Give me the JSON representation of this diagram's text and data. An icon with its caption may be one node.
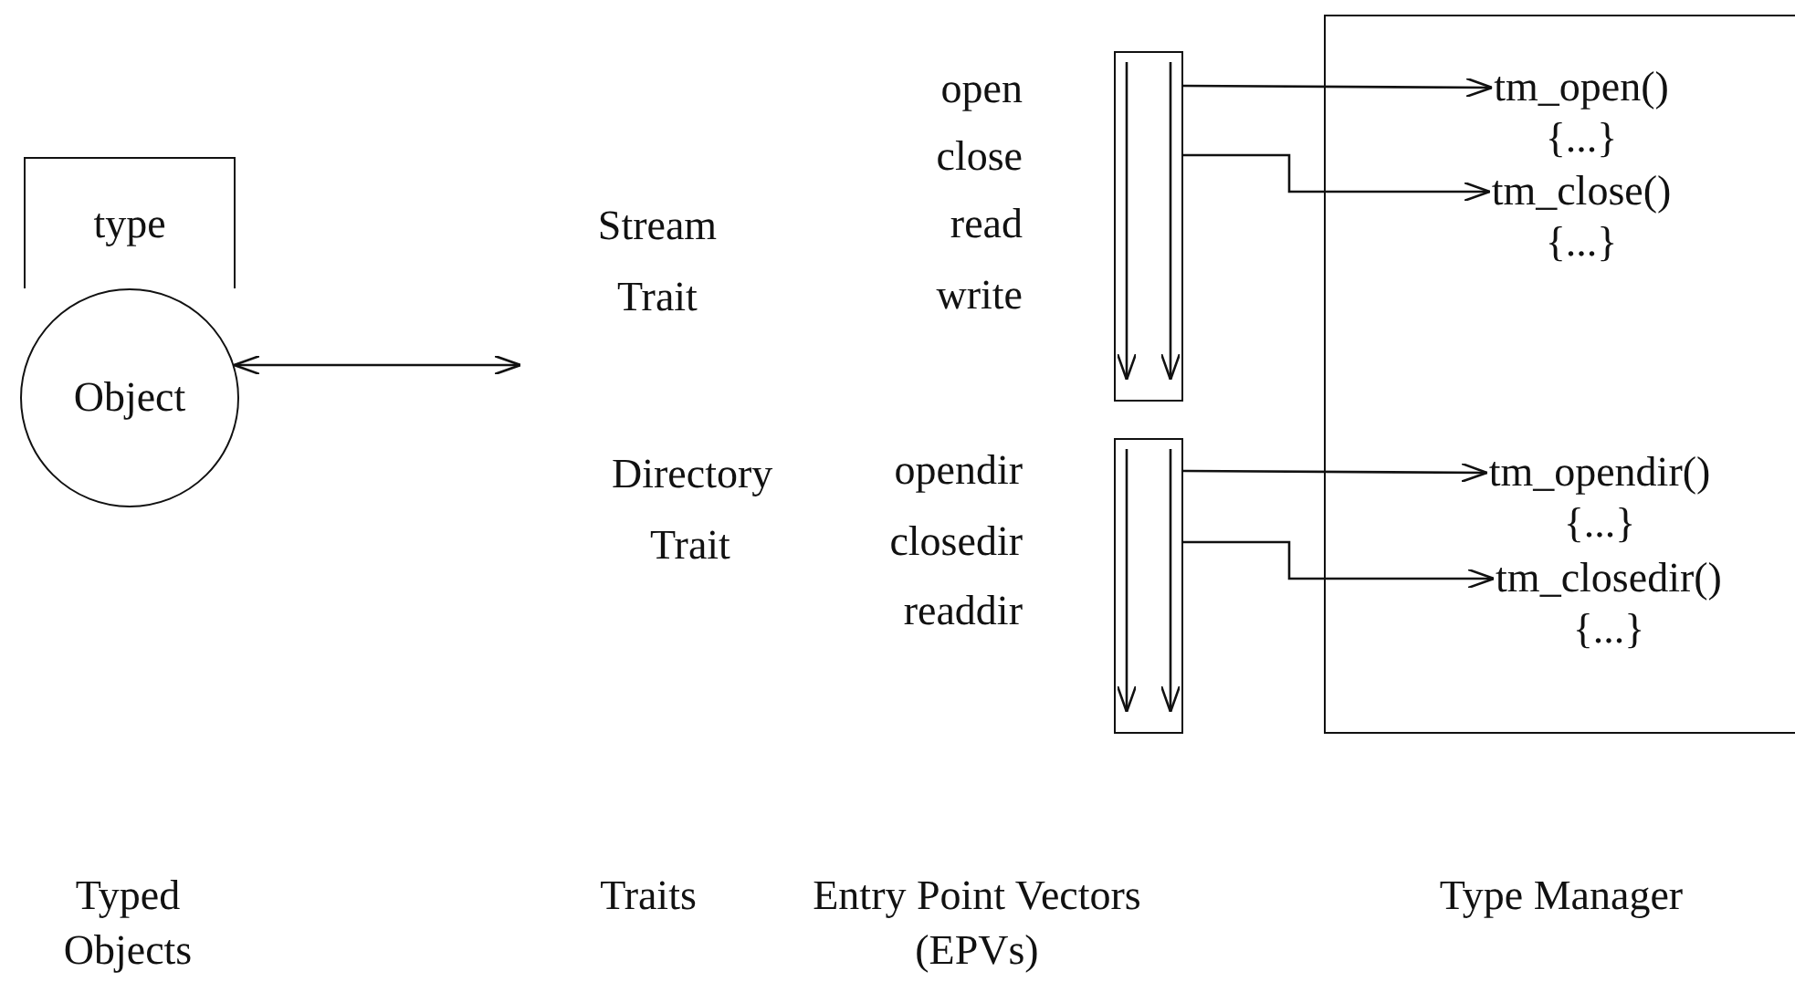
{
  "diagram": {
    "nodes": [
      {
        "text": [
          "type"
        ]
      },
      {
        "text": [
          "Object"
        ]
      },
      {
        "text": [
          "Stream Trait"
        ]
      },
      {
        "text": [
          "Directory Trait"
        ]
      },
      {
        "text": [],
        "shape": "box"
      },
      {
        "text": [],
        "shape": "box"
      },
      {
        "text": [],
        "shape": "box"
      },
      {
        "text": [
          "tm_open()",
          "{...}"
        ],
        "in": 6
      },
      {
        "text": [
          "tm_close()",
          "{...}"
        ],
        "in": 6
      },
      {
        "text": [
          "tm_opendir()",
          "{...}"
        ],
        "in": 6
      },
      {
        "text": [
          "tm_closedir()",
          "{...}"
        ],
        "in": 6
      }
    ],
    "edges": [
      {
        "from": 1,
        "to": 2,
        "arrow": "both"
      },
      {
        "from": 4,
        "to": 7,
        "arrow": "to"
      },
      {
        "from": 4,
        "to": 8,
        "arrow": "to"
      },
      {
        "from": 5,
        "to": 9,
        "arrow": "to"
      },
      {
        "from": 5,
        "to": 10,
        "arrow": "to"
      }
    ],
    "labels": [
      "open",
      "close",
      "read",
      "write",
      "opendir",
      "closedir",
      "readdir",
      "Typed Objects",
      "Traits",
      "Entry Point Vectors (EPVs)",
      "Type Manager"
    ]
  }
}
